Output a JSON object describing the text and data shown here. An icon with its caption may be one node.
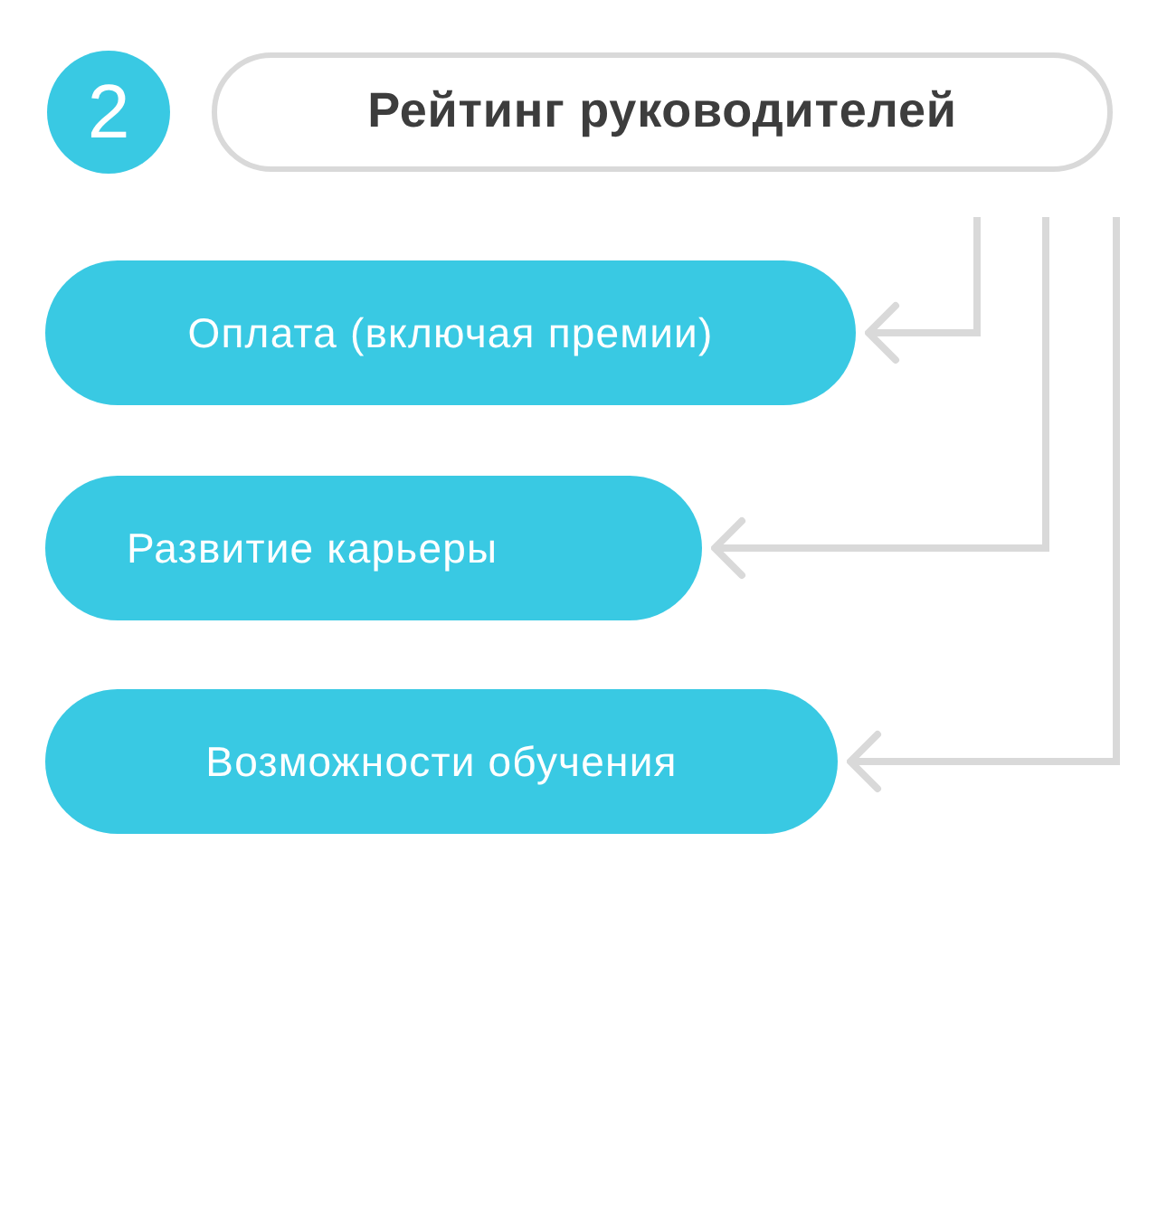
{
  "diagram": {
    "nodes": [
      {
        "text": [
          "2"
        ]
      },
      {
        "text": [
          "Рейтинг руководителей"
        ]
      },
      {
        "text": [
          "Оплата (включая премии)"
        ]
      },
      {
        "text": [
          "Развитие карьеры"
        ]
      },
      {
        "text": [
          "Возможности обучения"
        ]
      }
    ],
    "edges": [
      {
        "from": 1,
        "to": 2,
        "arrow": "to"
      },
      {
        "from": 1,
        "to": 3,
        "arrow": "to"
      },
      {
        "from": 1,
        "to": 4,
        "arrow": "to"
      }
    ]
  }
}
